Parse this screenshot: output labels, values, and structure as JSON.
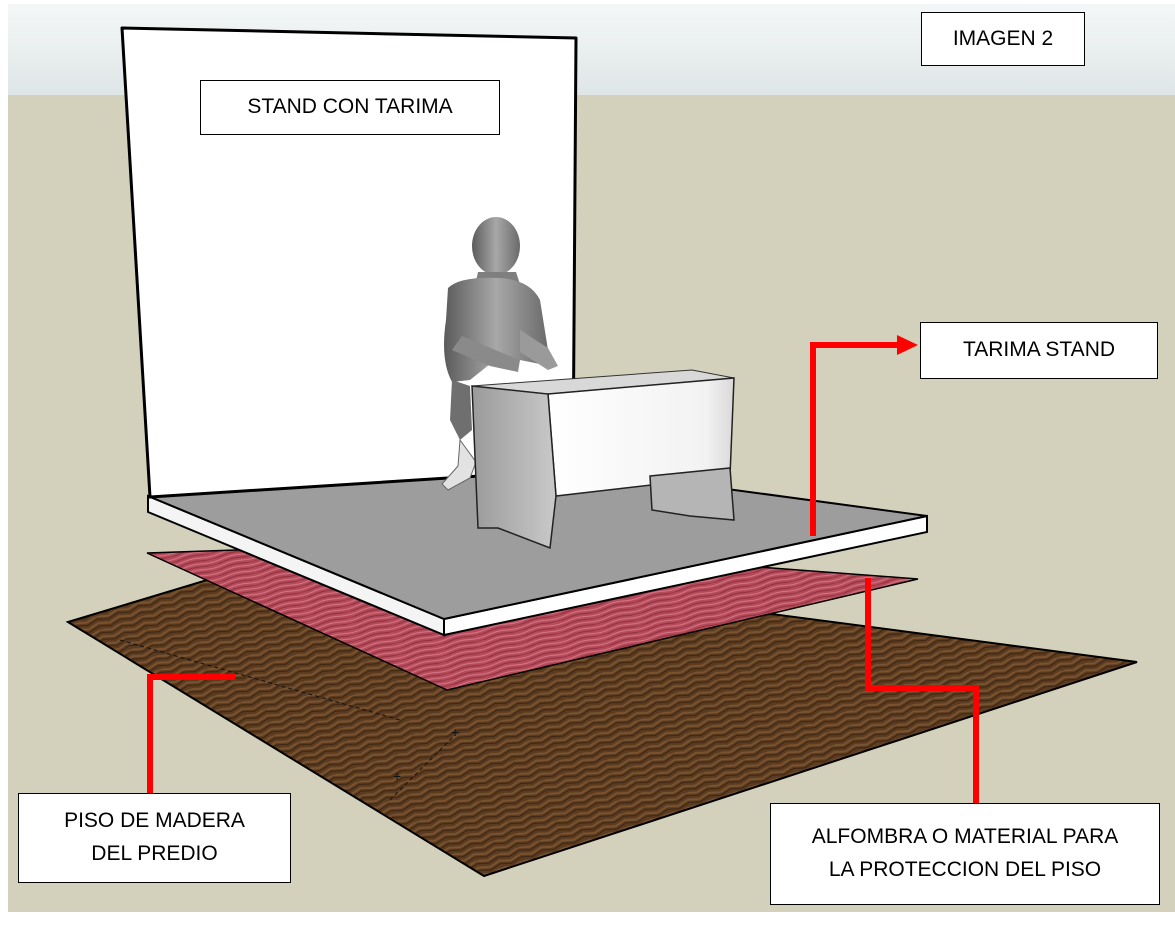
{
  "labels": {
    "image_tag": "IMAGEN 2",
    "stand": "STAND CON TARIMA",
    "tarima": "TARIMA STAND",
    "piso_line1": "PISO DE MADERA",
    "piso_line2": "DEL PREDIO",
    "alfombra_line1": "ALFOMBRA O MATERIAL PARA",
    "alfombra_line2": "LA PROTECCION DEL PISO"
  },
  "colors": {
    "sky": "#e6ecec",
    "ground": "#d3d1bb",
    "wood_floor": "#5a3a1f",
    "carpet": "#b24a58",
    "platform_top": "#9c9c9c",
    "wall": "#ffffff",
    "arrow": "#ff0000"
  }
}
